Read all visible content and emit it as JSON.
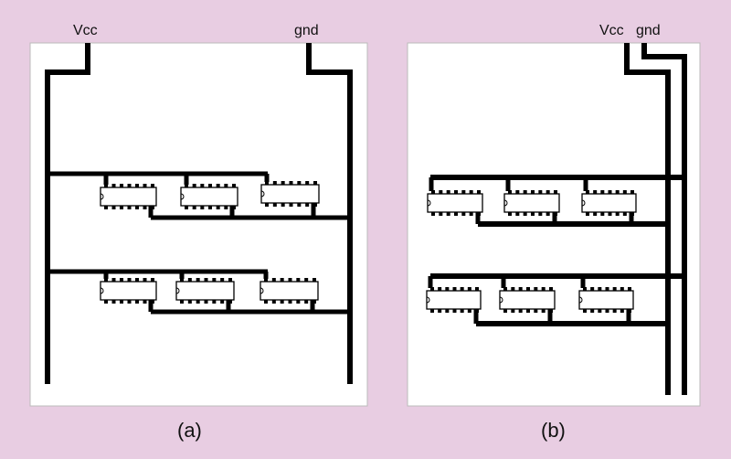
{
  "panels": [
    {
      "caption": "(a)",
      "vcc_label": "Vcc",
      "gnd_label": "gnd"
    },
    {
      "caption": "(b)",
      "vcc_label": "Vcc",
      "gnd_label": "gnd"
    }
  ],
  "colors": {
    "background": "#e8cde2",
    "panel": "#ffffff",
    "wire": "#000000"
  }
}
